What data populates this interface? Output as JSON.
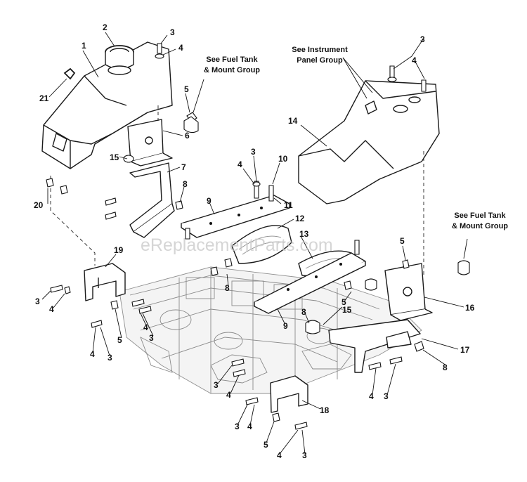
{
  "diagram": {
    "watermark": "eReplacementParts.com",
    "notes": {
      "fuel_tank_top": [
        "See Fuel Tank",
        "& Mount Group"
      ],
      "instrument_panel": [
        "See Instrument",
        "Panel Group"
      ],
      "fuel_tank_right": [
        "See Fuel Tank",
        "& Mount Group"
      ]
    },
    "callouts": {
      "c1": "1",
      "c2": "2",
      "c3a": "3",
      "c4a": "4",
      "c21": "21",
      "c5a": "5",
      "c6": "6",
      "c15a": "15",
      "c7": "7",
      "c8a": "8",
      "c20": "20",
      "c3b": "3",
      "c10": "10",
      "c4b": "4",
      "c11": "11",
      "c9a": "9",
      "c12": "12",
      "c13": "13",
      "c3c": "3",
      "c4c": "4",
      "c14": "14",
      "c5b": "5",
      "c16": "16",
      "c19": "19",
      "c8b": "8",
      "c15b": "15",
      "c5c": "5",
      "c9b": "9",
      "c8c": "8",
      "c17": "17",
      "c8d": "8",
      "c3d": "3",
      "c4d": "4",
      "c5d": "5",
      "c3e": "3",
      "c4e": "4",
      "c3f": "3",
      "c3g": "3",
      "c4f": "4",
      "c3h": "3",
      "c4g": "4",
      "c18": "18",
      "c5e": "5",
      "c4h": "4",
      "c3i": "3"
    }
  }
}
